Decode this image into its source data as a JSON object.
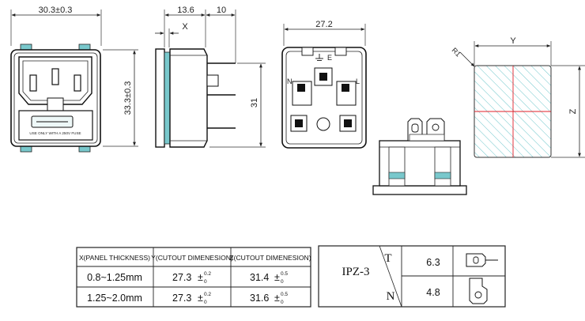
{
  "front_view": {
    "width_dim": "30.3±0.3",
    "height_dim": "33.3±0.3",
    "fuse_label": "USE ONLY WITH A 250V FUSE"
  },
  "side_view": {
    "dim_a": "13.6",
    "dim_b": "10",
    "dim_x": "X",
    "height_dim": "31"
  },
  "rear_view": {
    "width_dim": "27.2",
    "earth_label": "E",
    "n_label": "N",
    "l_label": "L"
  },
  "cutout": {
    "radius_label": "R1",
    "y_label": "Y",
    "z_label": "Z"
  },
  "spec_table": {
    "headers": [
      "X(PANEL THICKNESS)",
      "Y(CUTOUT DIMENESION)",
      "Z(CUTOUT DIMENESION)"
    ],
    "rows": [
      {
        "x": "0.8~1.25mm",
        "y": "27.3",
        "y_tol_upper": "0.2",
        "y_tol_lower": "0",
        "z": "31.4",
        "z_tol_upper": "0.5",
        "z_tol_lower": "0"
      },
      {
        "x": "1.25~2.0mm",
        "y": "27.3",
        "y_tol_upper": "0.2",
        "y_tol_lower": "0",
        "z": "31.6",
        "z_tol_upper": "0.5",
        "z_tol_lower": "0"
      }
    ],
    "pm": "±"
  },
  "terminal_table": {
    "model": "IPZ-3",
    "rows": [
      {
        "type": "T",
        "size": "6.3"
      },
      {
        "type": "N",
        "size": "4.8"
      }
    ]
  }
}
